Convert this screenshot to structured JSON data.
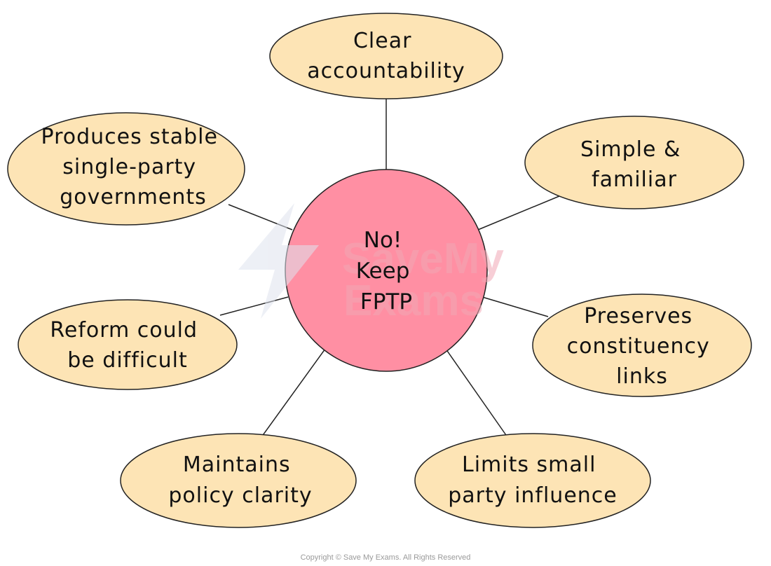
{
  "center": {
    "lines": [
      "No!",
      "Keep",
      "FPTP"
    ],
    "fill": "#ff8fa3"
  },
  "nodes": [
    {
      "id": "clear-accountability",
      "lines": [
        "Clear",
        "accountability"
      ]
    },
    {
      "id": "simple-familiar",
      "lines": [
        "Simple &",
        "familiar"
      ]
    },
    {
      "id": "preserves-constituency-links",
      "lines": [
        "Preserves",
        "constituency",
        "links"
      ]
    },
    {
      "id": "limits-small-party-influence",
      "lines": [
        "Limits small",
        "party influence"
      ]
    },
    {
      "id": "maintains-policy-clarity",
      "lines": [
        "Maintains",
        "policy clarity"
      ]
    },
    {
      "id": "reform-could-be-difficult",
      "lines": [
        "Reform could",
        "be difficult"
      ]
    },
    {
      "id": "stable-single-party-governments",
      "lines": [
        "Produces stable",
        "single-party",
        "governments"
      ]
    }
  ],
  "colors": {
    "node_fill": "#fde4b5",
    "stroke": "#222222",
    "watermark": "#e8eaf2"
  },
  "watermark": {
    "lines": [
      "SaveMy",
      "Exams"
    ]
  },
  "copyright": "Copyright © Save My Exams. All Rights Reserved"
}
